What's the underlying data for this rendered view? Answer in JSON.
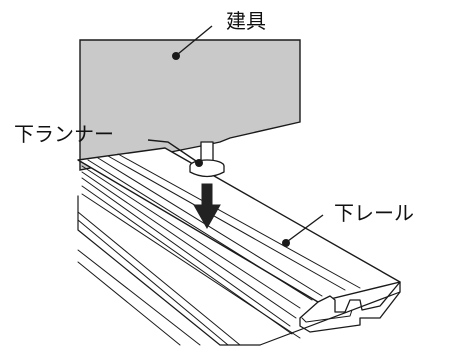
{
  "labels": {
    "fitting": "建具",
    "lower_runner": "下ランナー",
    "lower_rail": "下レール"
  },
  "colors": {
    "panel_fill": "#c9c9c9",
    "line": "#1a1a1a",
    "rail_fill": "#ffffff",
    "arrow": "#222222"
  }
}
